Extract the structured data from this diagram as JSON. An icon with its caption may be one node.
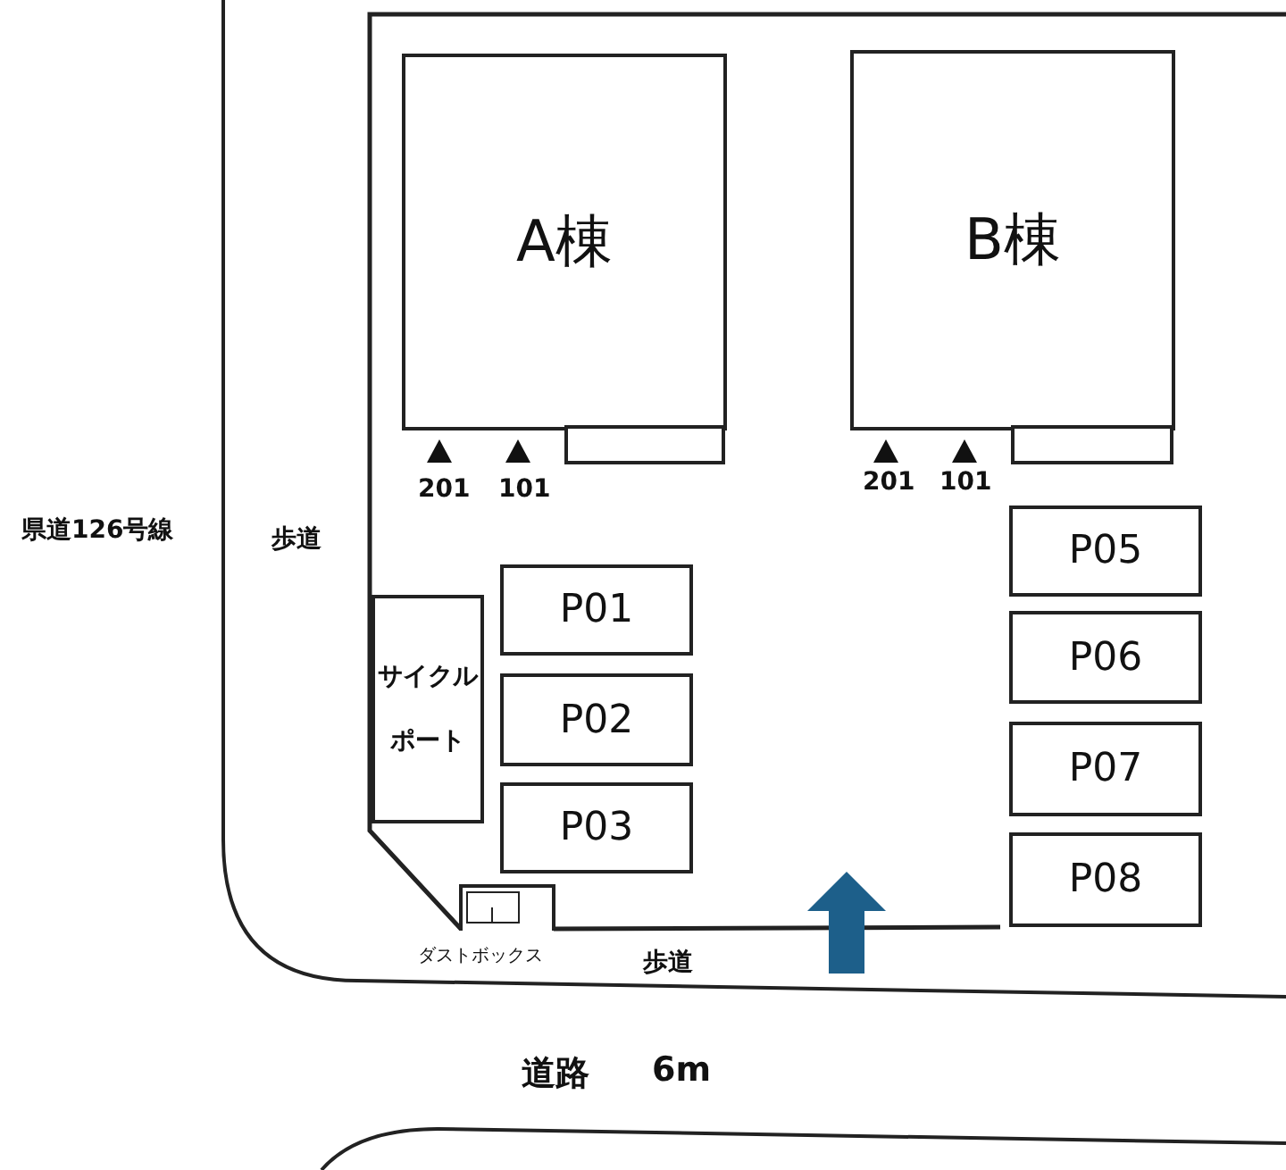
{
  "diagram": {
    "nodes": [
      {
        "text": [
          "A棟"
        ]
      },
      {
        "text": [
          "B棟"
        ]
      },
      {
        "text": [
          "P01"
        ]
      },
      {
        "text": [
          "P02"
        ]
      },
      {
        "text": [
          "P03"
        ]
      },
      {
        "text": [
          "P05"
        ]
      },
      {
        "text": [
          "P06"
        ]
      },
      {
        "text": [
          "P07"
        ]
      },
      {
        "text": [
          "P08"
        ]
      },
      {
        "text": [
          "サイクルポート"
        ]
      },
      {
        "text": [],
        "shape": "box",
        "beside": [
          "ダストボックス"
        ]
      },
      {
        "text": [],
        "shape": "box"
      },
      {
        "text": [],
        "shape": "box"
      }
    ],
    "labels": [
      "201",
      "101",
      "201",
      "101",
      "県道126号線",
      "歩道",
      "歩道",
      "道路",
      "6m"
    ]
  }
}
